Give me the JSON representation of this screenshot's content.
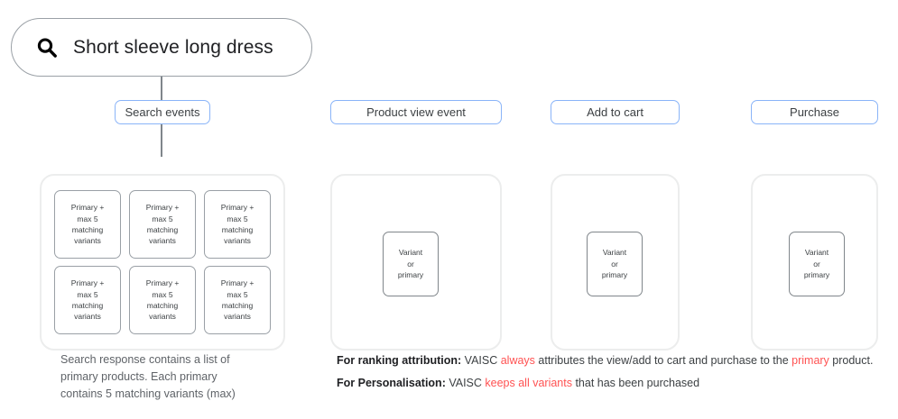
{
  "search": {
    "icon": "search-icon",
    "query": "Short sleeve long dress"
  },
  "columns": [
    {
      "key": "search-events",
      "label": "Search events",
      "has_connector": true,
      "cards": [
        {
          "l1": "Primary +",
          "l2": "max 5",
          "l3": "matching",
          "l4": "variants"
        },
        {
          "l1": "Primary +",
          "l2": "max 5",
          "l3": "matching",
          "l4": "variants"
        },
        {
          "l1": "Primary +",
          "l2": "max 5",
          "l3": "matching",
          "l4": "variants"
        },
        {
          "l1": "Primary +",
          "l2": "max 5",
          "l3": "matching",
          "l4": "variants"
        },
        {
          "l1": "Primary +",
          "l2": "max 5",
          "l3": "matching",
          "l4": "variants"
        },
        {
          "l1": "Primary +",
          "l2": "max 5",
          "l3": "matching",
          "l4": "variants"
        }
      ]
    },
    {
      "key": "product-view-event",
      "label": "Product view event",
      "has_connector": false,
      "variant": {
        "l1": "Variant",
        "l2": "or",
        "l3": "primary"
      }
    },
    {
      "key": "add-to-cart",
      "label": "Add to cart",
      "has_connector": false,
      "variant": {
        "l1": "Variant",
        "l2": "or",
        "l3": "primary"
      }
    },
    {
      "key": "purchase",
      "label": "Purchase",
      "has_connector": false,
      "variant": {
        "l1": "Variant",
        "l2": "or",
        "l3": "primary"
      }
    }
  ],
  "caption_left": {
    "line1": "Search response contains a list of",
    "line2": "primary products. Each primary",
    "line3": "contains 5 matching variants (max)"
  },
  "caption_right": {
    "ranking": {
      "lead": "For ranking attribution:",
      "part1": " VAISC ",
      "highlight1": "always",
      "part2": " attributes the view/add to cart and purchase to the ",
      "highlight2": "primary",
      "part3": " product."
    },
    "personalisation": {
      "lead": "For Personalisation:",
      "part1": " VAISC ",
      "highlight1": "keeps all variants",
      "part2": " that has been purchased"
    }
  },
  "colors": {
    "pill_border": "#8ab4f8",
    "panel_border": "#eceded",
    "card_border": "#9aa0a6",
    "highlight_red": "#ff5252",
    "connector": "#80868b",
    "text": "#3c4043"
  }
}
